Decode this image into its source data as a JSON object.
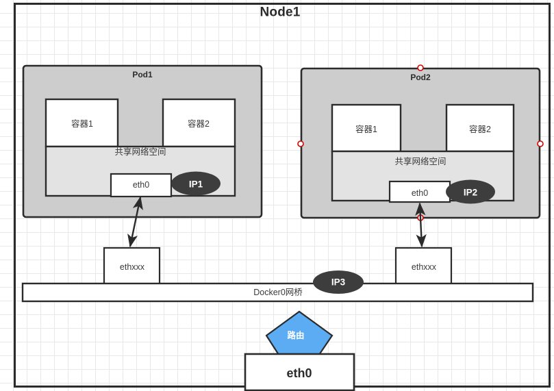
{
  "diagram": {
    "node": {
      "title": "Node1"
    },
    "pods": [
      {
        "id": "pod1",
        "title": "Pod1",
        "containers": [
          "容器1",
          "容器2"
        ],
        "shared_network_label": "共享网络空间",
        "interface": "eth0",
        "ip_badge": "IP1",
        "selected": false
      },
      {
        "id": "pod2",
        "title": "Pod2",
        "containers": [
          "容器1",
          "容器2"
        ],
        "shared_network_label": "共享网络空间",
        "interface": "eth0",
        "ip_badge": "IP2",
        "selected": true
      }
    ],
    "veth_boxes": [
      {
        "id": "veth-left",
        "label": "ethxxx"
      },
      {
        "id": "veth-right",
        "label": "ethxxx"
      }
    ],
    "bridge": {
      "label": "Docker0网桥",
      "ip_badge": "IP3"
    },
    "router": {
      "label": "路由"
    },
    "host_interface": {
      "label": "eth0"
    },
    "colors": {
      "pod_fill": "#cdcdcd",
      "shared_fill": "#e3e3e3",
      "container_fill": "#ffffff",
      "stroke": "#2b2b2b",
      "ip_badge_fill": "#3d3d3d",
      "ip_badge_text": "#ffffff",
      "router_fill": "#5bacf2",
      "router_stroke": "#2b2b2b",
      "router_text": "#ffffff",
      "grid": "#e8e8e8",
      "selection_handle": "#d40000",
      "canvas": "#ffffff"
    }
  }
}
